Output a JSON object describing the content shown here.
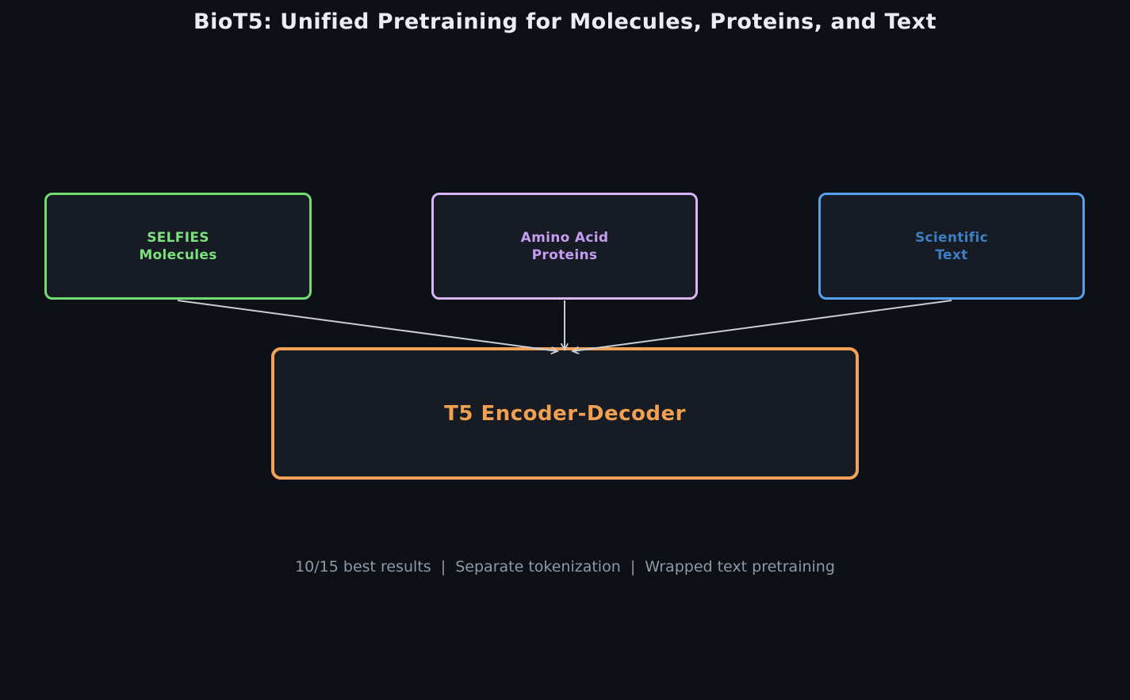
{
  "title": "BioT5: Unified Pretraining for Molecules, Proteins, and Text",
  "diagram": {
    "nodes": {
      "selfies": {
        "line1": "SELFIES",
        "line2": "Molecules",
        "border_color": "#72db72",
        "text_color": "#7ce07c"
      },
      "amino": {
        "line1": "Amino Acid",
        "line2": "Proteins",
        "border_color": "#d8b4f8",
        "text_color": "#c69cf2"
      },
      "scientific": {
        "line1": "Scientific",
        "line2": "Text",
        "border_color": "#55a0ef",
        "text_color": "#3d7fc4"
      },
      "t5": {
        "label": "T5 Encoder-Decoder",
        "border_color": "#f2a259",
        "text_color": "#f0a050"
      }
    },
    "edges": [
      {
        "from": "selfies",
        "to": "t5"
      },
      {
        "from": "amino",
        "to": "t5"
      },
      {
        "from": "scientific",
        "to": "t5"
      }
    ],
    "node_fill_color": "#161b24",
    "arrow_color": "#c9ced6"
  },
  "caption": "10/15 best results  |  Separate tokenization  |  Wrapped text pretraining",
  "colors": {
    "background": "#0d1117",
    "title_text": "#e9eef5",
    "caption_text": "#8f99a5"
  }
}
